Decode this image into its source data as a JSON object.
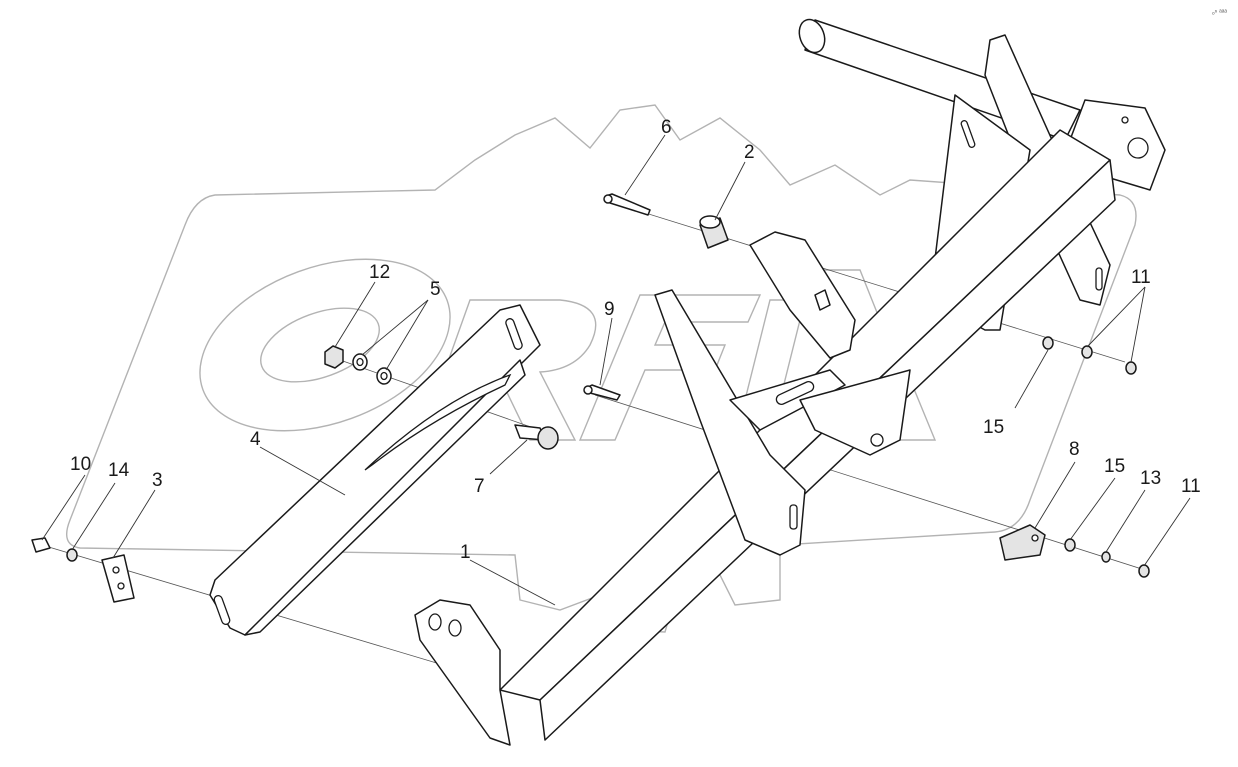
{
  "watermark": {
    "text": "ORFIX",
    "color": "#b3b3b3"
  },
  "corner_mark": "ₒⁿ ᵃᵃᵃ",
  "callouts": {
    "n1": "1",
    "n2": "2",
    "n3": "3",
    "n4": "4",
    "n5": "5",
    "n6": "6",
    "n7": "7",
    "n8": "8",
    "n9": "9",
    "n10": "10",
    "n11a": "11",
    "n11b": "11",
    "n12": "12",
    "n13": "13",
    "n14": "14",
    "n15a": "15",
    "n15b": "15"
  },
  "colors": {
    "line": "#1a1a1a",
    "watermark": "#b3b3b3",
    "background": "#ffffff"
  }
}
